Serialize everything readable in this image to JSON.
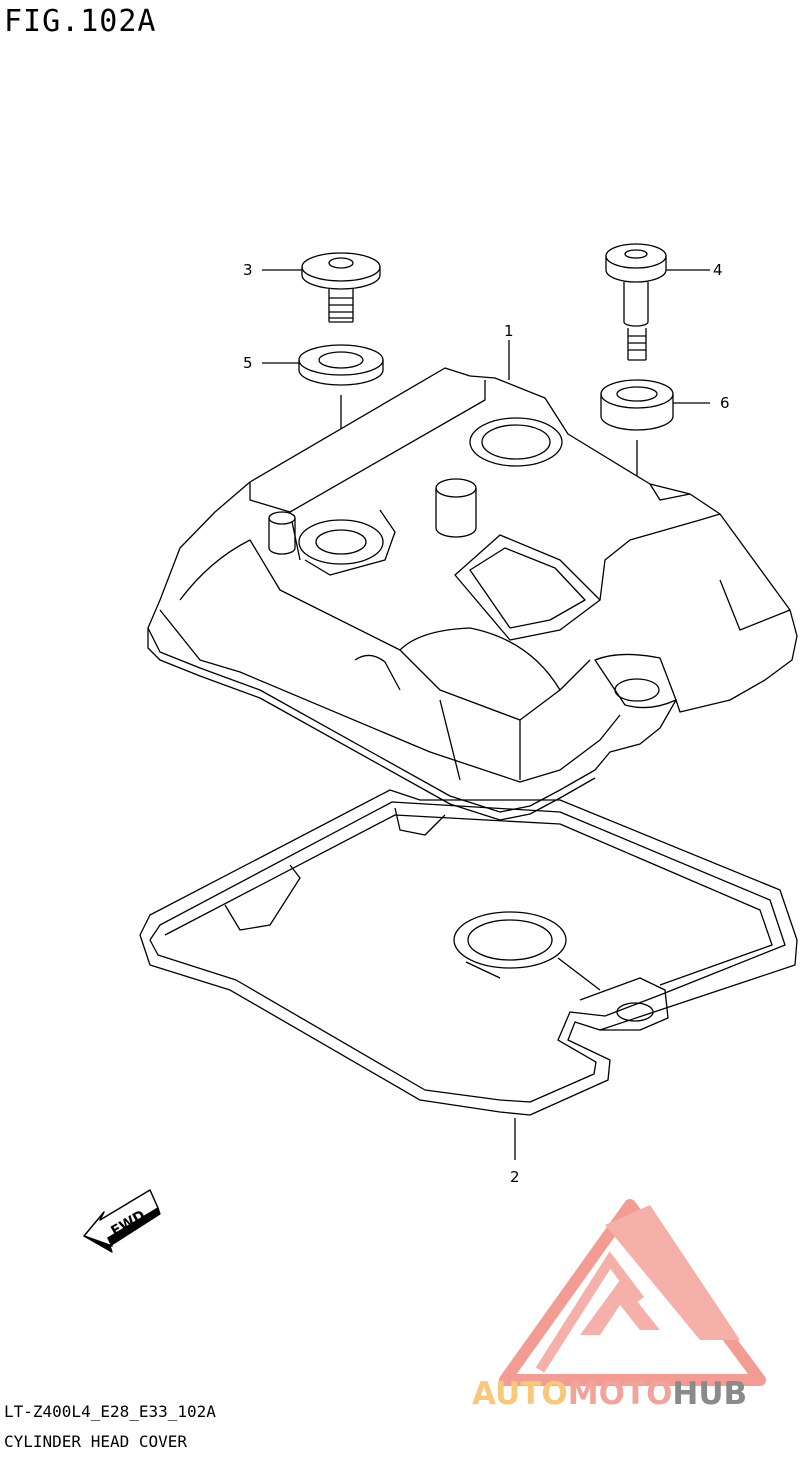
{
  "figure": {
    "label": "FIG.102A",
    "model_code": "LT-Z400L4_E28_E33_102A",
    "caption": "CYLINDER HEAD COVER"
  },
  "callouts": [
    "1",
    "2",
    "3",
    "4",
    "5",
    "6"
  ],
  "fwd_label": "FWD",
  "watermark": {
    "part1": "AUTO",
    "part2": "MOTO",
    "part3": "HUB",
    "colors": [
      "#f7c77a",
      "#f2a49a",
      "#8a8a8a"
    ]
  }
}
